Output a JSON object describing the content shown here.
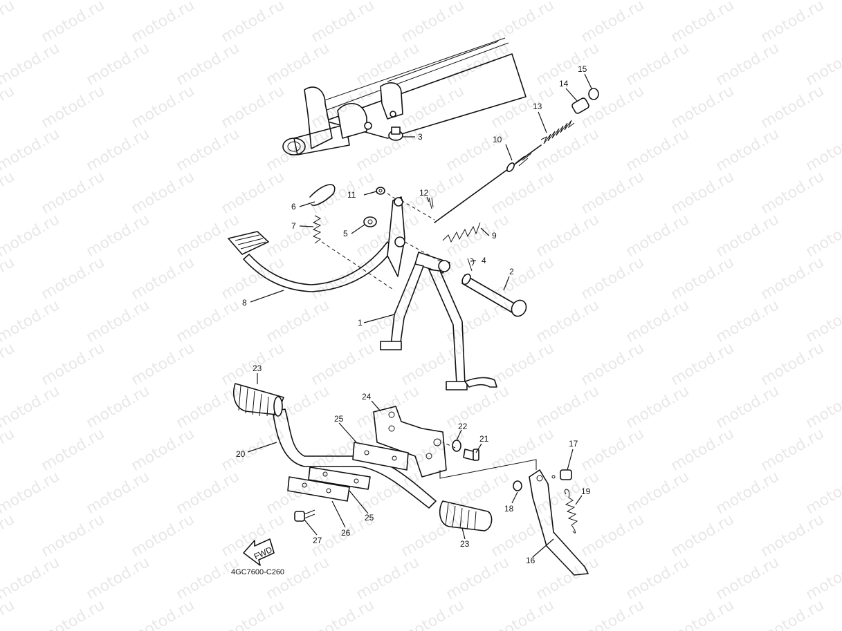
{
  "diagram_code": "4GC7600-C260",
  "fwd_label": "FWD",
  "watermark_text": "motod.ru",
  "callouts": {
    "c1": "1",
    "c2": "2",
    "c3": "3",
    "c4": "4",
    "c5": "5",
    "c6": "6",
    "c7": "7",
    "c8": "8",
    "c9": "9",
    "c10": "10",
    "c11": "11",
    "c12": "12",
    "c13": "13",
    "c14": "14",
    "c15": "15",
    "c16": "16",
    "c17": "17",
    "c18": "18",
    "c19": "19",
    "c20": "20",
    "c21": "21",
    "c22": "22",
    "c23a": "23",
    "c23b": "23",
    "c24": "24",
    "c25a": "25",
    "c25b": "25",
    "c26": "26",
    "c27": "27"
  }
}
